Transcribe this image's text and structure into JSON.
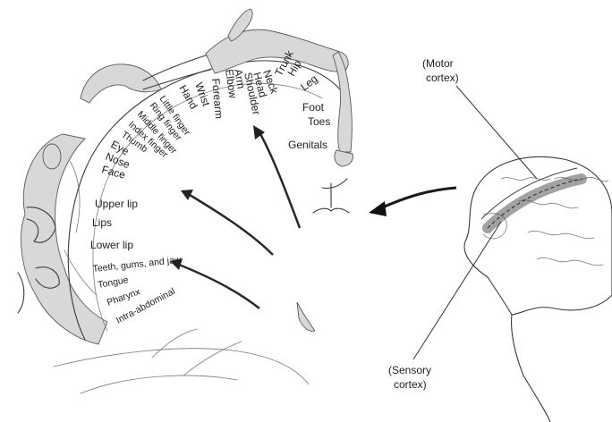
{
  "body_labels": [
    "Neck",
    "Head",
    "Shoulder",
    "Arm",
    "Elbow",
    "Forearm",
    "Wrist",
    "Hand",
    "Little finger",
    "Ring finger",
    "Middle finger",
    "Index finger",
    "Thumb",
    "Eye",
    "Nose",
    "Face",
    "Upper lip",
    "Lips",
    "Lower lip",
    "Teeth, gums, and jaw",
    "Tongue",
    "Pharynx",
    "Intra-abdominal",
    "Trunk",
    "Hip",
    "Leg",
    "Foot",
    "Toes",
    "Genitals"
  ],
  "callouts": {
    "motor_line1": "(Motor",
    "motor_line2": "cortex)",
    "sensory_line1": "(Sensory",
    "sensory_line2": "cortex)"
  }
}
